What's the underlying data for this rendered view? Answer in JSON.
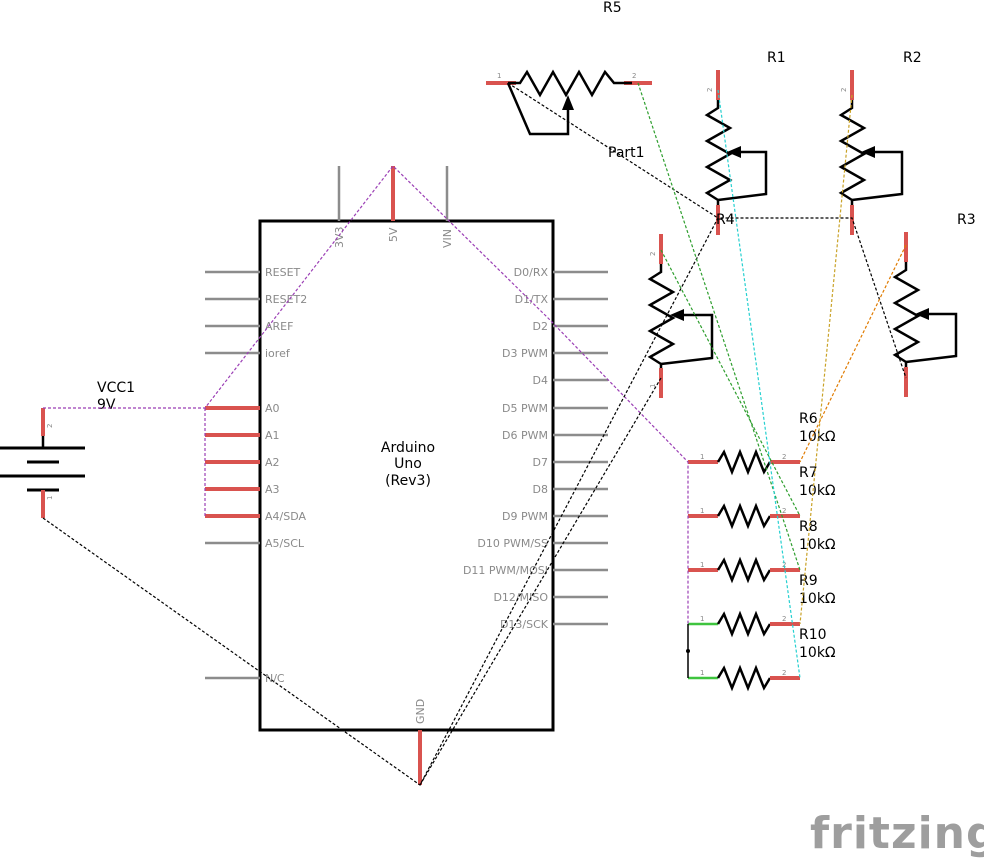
{
  "board": {
    "title": "Arduino",
    "model": "Uno",
    "rev": "(Rev3)",
    "top_pins": [
      "3V3",
      "5V",
      "VIN"
    ],
    "left_pins": [
      "RESET",
      "RESET2",
      "AREF",
      "ioref",
      "A0",
      "A1",
      "A2",
      "A3",
      "A4/SDA",
      "A5/SCL",
      "N/C"
    ],
    "right_pins": [
      "D0/RX",
      "D1/TX",
      "D2",
      "D3 PWM",
      "D4",
      "D5 PWM",
      "D6 PWM",
      "D7",
      "D8",
      "D9 PWM",
      "D10 PWM/SS",
      "D11 PWM/MOSI",
      "D12/MISO",
      "D13/SCK"
    ],
    "bottom_pin": "GND"
  },
  "battery": {
    "name": "VCC1",
    "value": "9V",
    "pin_top": "2",
    "pin_bottom": "1"
  },
  "potentiometers": {
    "r5": "R5",
    "r1": "R1",
    "r2": "R2",
    "r3": "R3",
    "r4": "R4",
    "part1": "Part1"
  },
  "resistors": [
    {
      "name": "R6",
      "value": "10kΩ"
    },
    {
      "name": "R7",
      "value": "10kΩ"
    },
    {
      "name": "R8",
      "value": "10kΩ"
    },
    {
      "name": "R9",
      "value": "10kΩ"
    },
    {
      "name": "R10",
      "value": "10kΩ"
    }
  ],
  "pin_numbers": {
    "one": "1",
    "two": "2"
  },
  "wire_colors": {
    "purple": "#9b3fb5",
    "black": "#000000",
    "green": "#2e9e2e",
    "cyan": "#26d0d0",
    "orange": "#e07b00",
    "gold": "#c9a227"
  },
  "logo": "fritzing"
}
